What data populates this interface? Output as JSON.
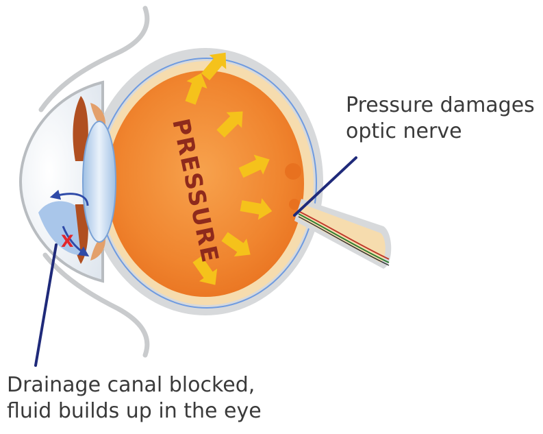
{
  "diagram": {
    "center_label": "PRESSURE",
    "annotations": {
      "optic_nerve": {
        "line1": "Pressure damages",
        "line2": "optic nerve"
      },
      "drainage": {
        "line1": "Drainage canal blocked,",
        "line2": "fluid builds up in the eye"
      }
    },
    "blocked_marker": "X"
  },
  "colors": {
    "eyeball_orange": "#ef7a27",
    "eyeball_light": "#f7a24d",
    "arrow_yellow": "#f5c21b",
    "pressure_text": "#8e2a1c",
    "callout_line": "#1f2a7a",
    "lens_blue": "#b9d3ee",
    "sclera_gray": "#d7d9db",
    "blocked_red": "#e2262b"
  }
}
